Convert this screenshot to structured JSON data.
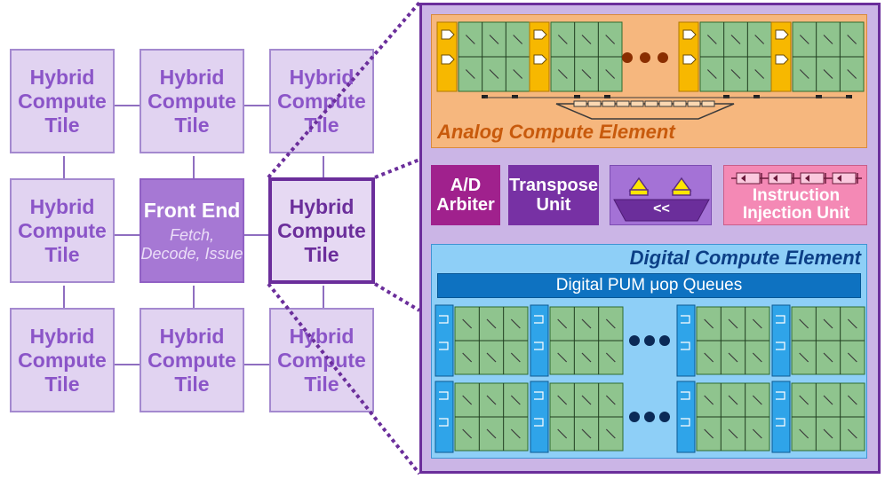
{
  "grid": {
    "tiles": [
      {
        "line1": "Hybrid",
        "line2": "Compute",
        "line3": "Tile"
      },
      {
        "line1": "Hybrid",
        "line2": "Compute",
        "line3": "Tile"
      },
      {
        "line1": "Hybrid",
        "line2": "Compute",
        "line3": "Tile"
      },
      {
        "line1": "Hybrid",
        "line2": "Compute",
        "line3": "Tile"
      },
      {
        "line1": "Front End",
        "line2": "Fetch,",
        "line3": "Decode, Issue"
      },
      {
        "line1": "Hybrid",
        "line2": "Compute",
        "line3": "Tile"
      },
      {
        "line1": "Hybrid",
        "line2": "Compute",
        "line3": "Tile"
      },
      {
        "line1": "Hybrid",
        "line2": "Compute",
        "line3": "Tile"
      },
      {
        "line1": "Hybrid",
        "line2": "Compute",
        "line3": "Tile"
      }
    ]
  },
  "detail": {
    "analog": {
      "label": "Analog Compute Element"
    },
    "units": {
      "ad_arbiter": {
        "line1": "A/D",
        "line2": "Arbiter"
      },
      "transpose": {
        "line1": "Transpose",
        "line2": "Unit"
      },
      "shifter": {
        "label": "<<"
      },
      "injection": {
        "line1": "Instruction",
        "line2": "Injection Unit"
      }
    },
    "digital": {
      "label": "Digital Compute Element",
      "queues": "Digital PUM μop Queues"
    },
    "colors": {
      "tile_fill": "#e1d3f1",
      "tile_text": "#8b55c8",
      "accent": "#6b2e9b",
      "analog_fill": "#f6b77e",
      "analog_label": "#c85a0c",
      "digital_fill": "#8ecff7",
      "digital_label": "#0c3f86",
      "queue_bar": "#0e72c1",
      "arbiter": "#a0218d",
      "transpose": "#7731a4",
      "injection": "#f489b5",
      "array_green": "#8fc48e",
      "dac_orange": "#f7b800",
      "shifter_yellow": "#ffe601"
    }
  }
}
